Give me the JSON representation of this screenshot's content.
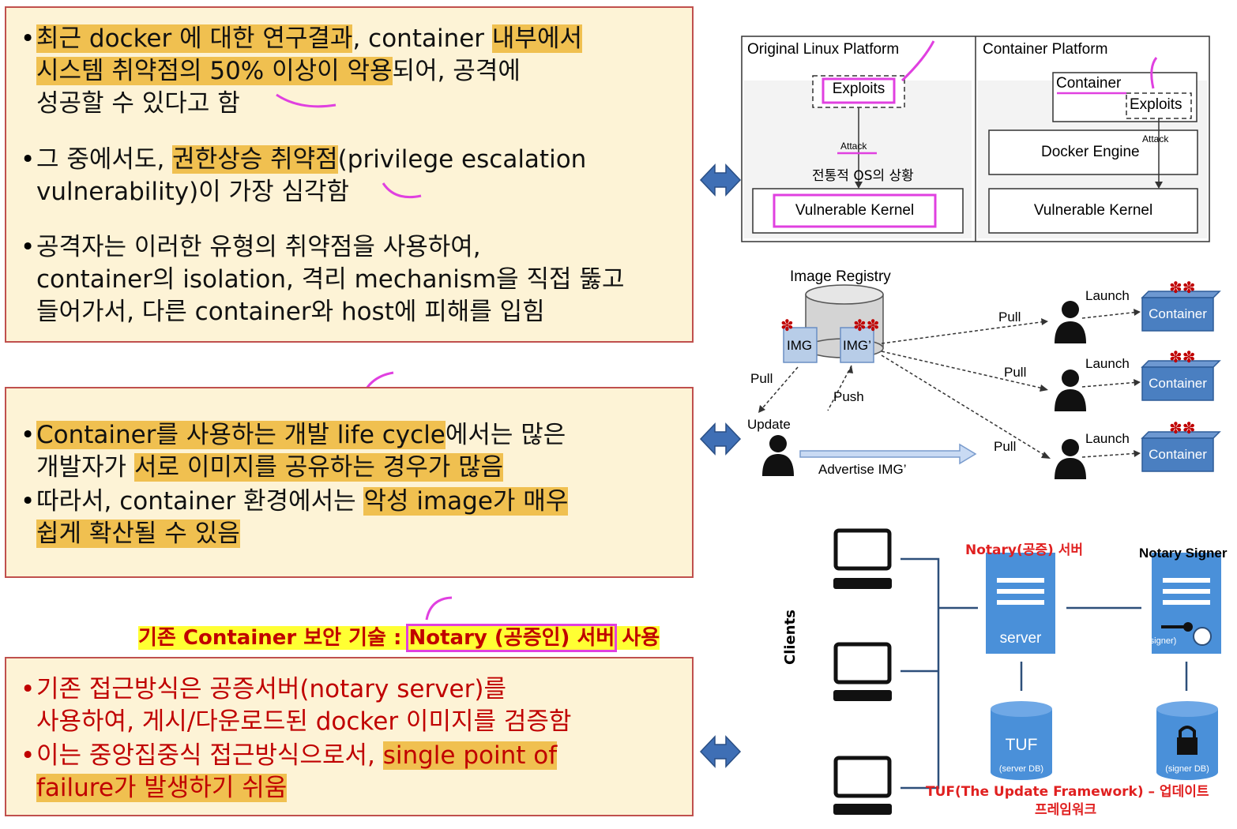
{
  "box1": {
    "bullet1": {
      "line1": [
        "최근 docker 에 대한 연구결과",
        ", container ",
        "내부에서"
      ],
      "line2": [
        "시스템 취약점의 50% 이상이 악용",
        "되어, 공격에"
      ],
      "line3": "성공할 수 있다고 함"
    },
    "bullet2": {
      "line1": [
        "그 중에서도, ",
        "권한상승 취약점",
        "(privilege escalation"
      ],
      "line2": "vulnerability)이 가장 심각함"
    },
    "bullet3": {
      "line1": "공격자는 이러한 유형의 취약점을 사용하여,",
      "line2": "container의 isolation, 격리 mechanism을 직접 뚫고",
      "line3": "들어가서, 다른 container와 host에 피해를 입힘"
    }
  },
  "box2": {
    "bullet1": {
      "line1": [
        "Container를 사용하는 개발 life cycle",
        "에서는 많은"
      ],
      "line2": [
        "개발자가 ",
        "서로 이미지를 공유하는 경우가 많음"
      ]
    },
    "bullet2": {
      "line1": [
        "따라서, container 환경에서는 ",
        "악성 image가 매우"
      ],
      "line2": "쉽게 확산될 수 있음"
    }
  },
  "box3": {
    "heading": [
      "기존  Container 보안 기술 : ",
      "Notary (공증인) 서버",
      " 사용"
    ],
    "bullet1": {
      "line1": "기존 접근방식은 공증서버(notary server)를",
      "line2": "사용하여, 게시/다운로드된 docker 이미지를 검증함"
    },
    "bullet2": {
      "line1": [
        "이는 중앙집중식 접근방식으로서, ",
        "single point of"
      ],
      "line2": "failure가 발생하기 쉬움"
    }
  },
  "bullet_char": "•",
  "diagram1": {
    "left_title": "Original Linux Platform",
    "right_title": "Container Platform",
    "exploits": "Exploits",
    "attack": "Attack",
    "note": "전통적 OS의 상황",
    "vuln_kernel": "Vulnerable Kernel",
    "container": "Container",
    "docker_engine": "Docker Engine"
  },
  "diagram2": {
    "registry": "Image Registry",
    "img": "IMG",
    "img_prime": "IMG’",
    "pull": "Pull",
    "push": "Push",
    "update": "Update",
    "advertise": "Advertise IMG’",
    "launch": "Launch",
    "container": "Container"
  },
  "diagram3": {
    "clients": "Clients",
    "notary_server_label": "Notary(공증) 서버",
    "notary_signer": "Notary Signer",
    "server": "server",
    "signer": "(signer)",
    "tuf": "TUF",
    "server_db": "(server DB)",
    "signer_db": "(signer DB)",
    "tuf_caption_1": "TUF(The Update Framework) – 업데이트",
    "tuf_caption_2": "프레임워크"
  },
  "colors": {
    "highlight": "#f0c050",
    "box_bg": "#fdf3d6",
    "box_border": "#c0504d",
    "magenta": "#e040e0",
    "blue_arrow": "#3f6fb5",
    "container_blue": "#4a7fc1",
    "notary_blue": "#4a90d9"
  }
}
